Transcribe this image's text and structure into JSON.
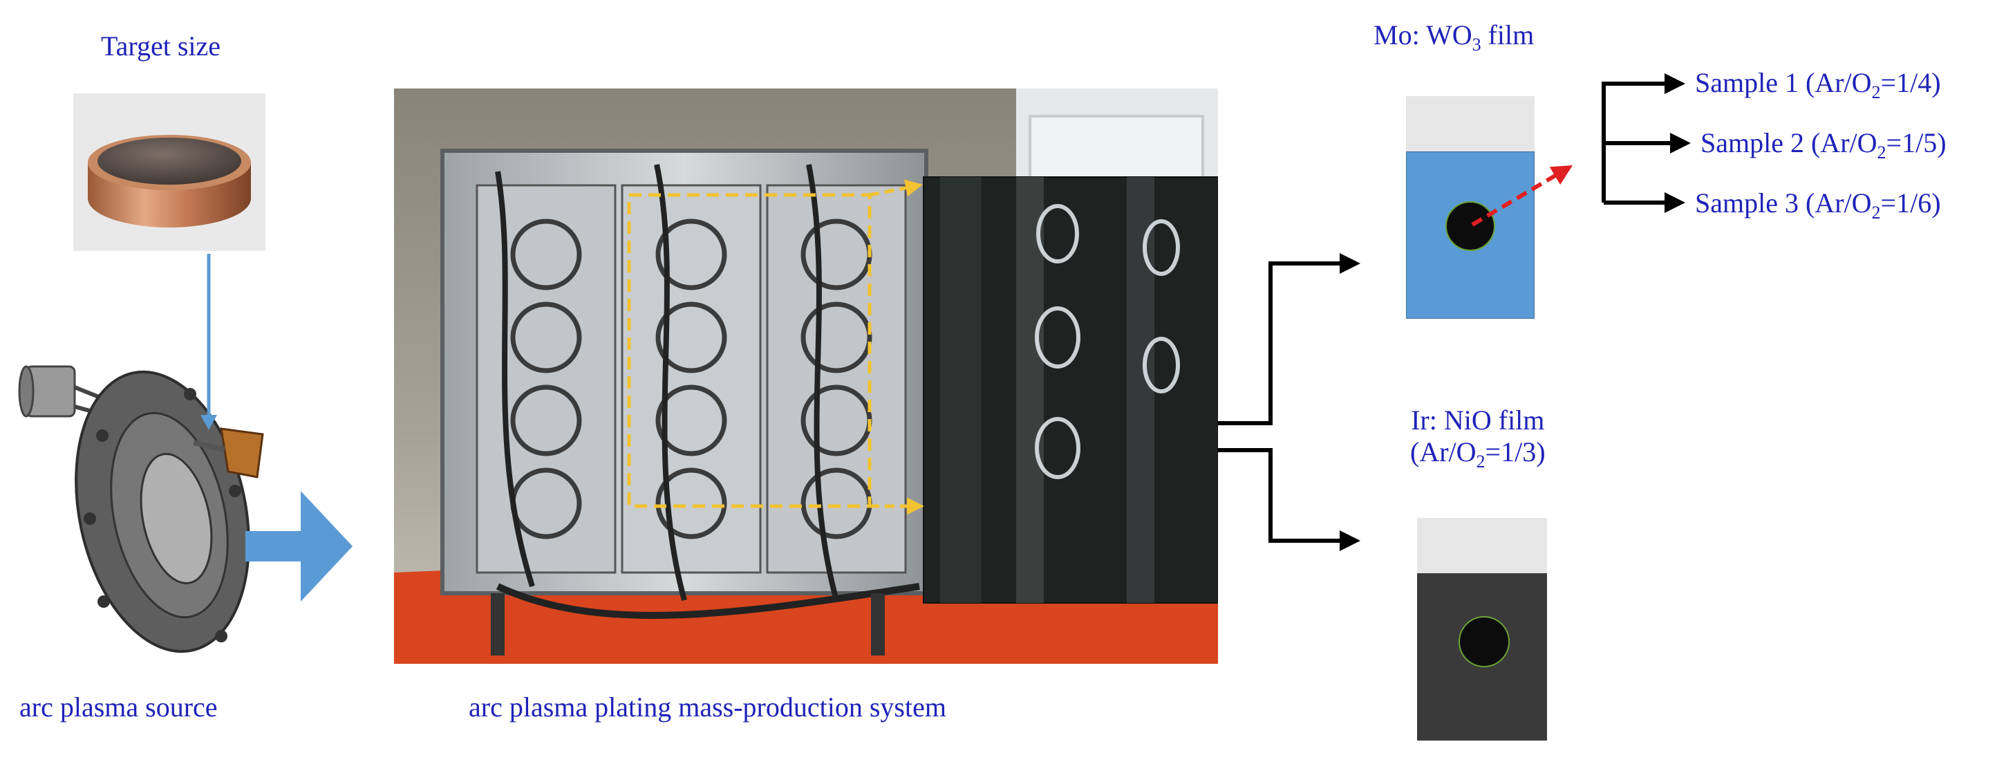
{
  "labels": {
    "target_size": "Target size",
    "arc_source": "arc plasma  source",
    "mass_system": "arc plasma  plating  mass-production  system",
    "mo_prefix": "Mo: WO",
    "mo_sub": "3",
    "mo_suffix": " film",
    "ir_line1": "Ir: NiO film",
    "ir_ratio_prefix": "(Ar/O",
    "ir_ratio_sub": "2",
    "ir_ratio_suffix": "=1/3)"
  },
  "samples": [
    {
      "prefix": "Sample 1 (Ar/O",
      "sub": "2",
      "suffix": "=1/4)"
    },
    {
      "prefix": "Sample 2 (Ar/O",
      "sub": "2",
      "suffix": "=1/5)"
    },
    {
      "prefix": "Sample 3 (Ar/O",
      "sub": "2",
      "suffix": "=1/6)"
    }
  ],
  "colors": {
    "label_blue": "#1f23b8",
    "flow_arrow_blue": "#5b9bd5",
    "wo3_film": "#5b9bd5",
    "nio_film": "#3a3a3a",
    "substrate": "#e6e6e6",
    "dashed_box": "#f2c230",
    "red_arrow": "#e02020"
  }
}
